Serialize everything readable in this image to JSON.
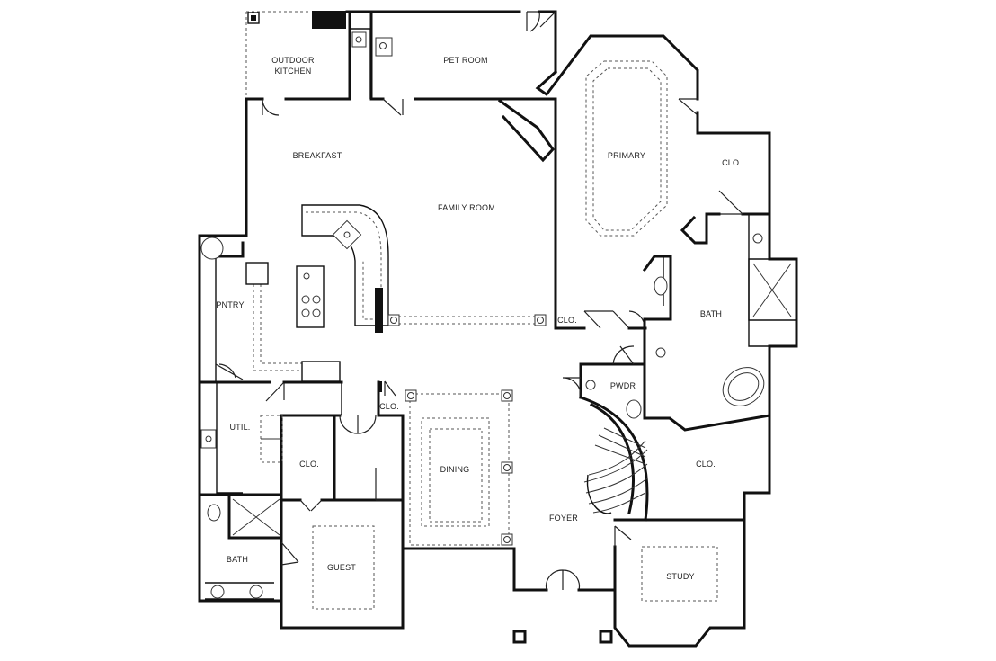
{
  "rooms": {
    "outdoor_kitchen": "OUTDOOR\nKITCHEN",
    "pet_room": "PET ROOM",
    "primary": "PRIMARY",
    "breakfast": "BREAKFAST",
    "family_room": "FAMILY ROOM",
    "clo_primary": "CLO.",
    "pntry": "PNTRY",
    "bath_primary": "BATH",
    "clo_family": "CLO.",
    "pwdr": "PWDR",
    "clo_hall": "CLO.",
    "util": "UTIL.",
    "dining": "DINING",
    "clo_guest": "CLO.",
    "clo_stair": "CLO.",
    "foyer": "FOYER",
    "bath_guest": "BATH",
    "guest": "GUEST",
    "study": "STUDY"
  }
}
